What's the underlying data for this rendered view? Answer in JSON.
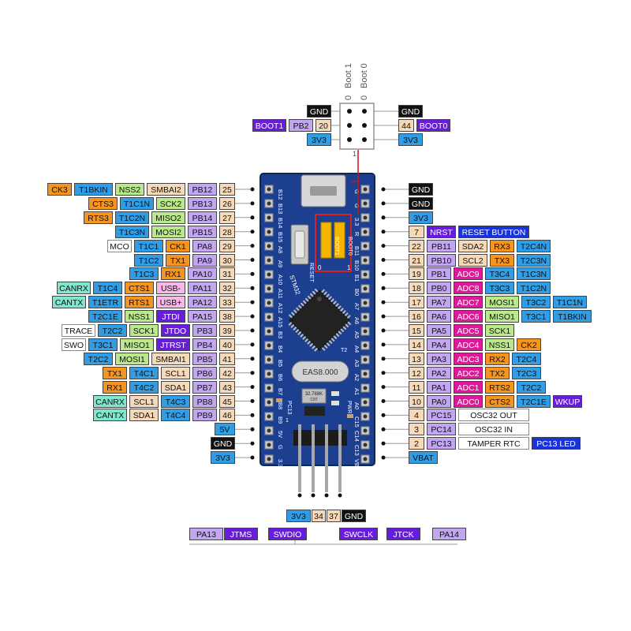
{
  "colors": {
    "orange": "#f7941d",
    "blue": "#2f9ee6",
    "green": "#b9e98a",
    "peach": "#f6d9b8",
    "lilac": "#c2a6f2",
    "darkpurple": "#6a1be0",
    "magenta": "#e3179b",
    "black": "#111111",
    "white": "#ffffff",
    "pink": "#f9b7e8",
    "cyan": "#7fe7ce",
    "navy": "#1a33d9",
    "pcb": "#1c3f8f"
  },
  "boot": {
    "boot1_label": "Boot 1",
    "boot0_label": "Boot 0",
    "boot1_state": "0",
    "boot0_state": "0",
    "pin1": "1",
    "left_rows": [
      [
        "GND"
      ],
      [
        "BOOT1",
        "PB2",
        "20"
      ],
      [
        "3V3"
      ]
    ],
    "right_rows": [
      [
        "GND"
      ],
      [
        "44",
        "BOOT0"
      ],
      [
        "3V3"
      ]
    ]
  },
  "left_rows": [
    [
      [
        "CK3",
        "orange"
      ],
      [
        "T1BKIN",
        "blue"
      ],
      [
        "NSS2",
        "green"
      ],
      [
        "SMBAI2",
        "peach"
      ],
      [
        "PB12",
        "lilac"
      ],
      [
        "25",
        "peach"
      ]
    ],
    [
      [
        "CTS3",
        "orange"
      ],
      [
        "T1C1N",
        "blue"
      ],
      [
        "SCK2",
        "green"
      ],
      [
        "PB13",
        "lilac"
      ],
      [
        "26",
        "peach"
      ]
    ],
    [
      [
        "RTS3",
        "orange"
      ],
      [
        "T1C2N",
        "blue"
      ],
      [
        "MISO2",
        "green"
      ],
      [
        "PB14",
        "lilac"
      ],
      [
        "27",
        "peach"
      ]
    ],
    [
      [
        "T1C3N",
        "blue"
      ],
      [
        "MOSI2",
        "green"
      ],
      [
        "PB15",
        "lilac"
      ],
      [
        "28",
        "peach"
      ]
    ],
    [
      [
        "MCO",
        "white"
      ],
      [
        "T1C1",
        "blue"
      ],
      [
        "CK1",
        "orange"
      ],
      [
        "PA8",
        "lilac"
      ],
      [
        "29",
        "peach"
      ]
    ],
    [
      [
        "T1C2",
        "blue"
      ],
      [
        "TX1",
        "orange"
      ],
      [
        "PA9",
        "lilac"
      ],
      [
        "30",
        "peach"
      ]
    ],
    [
      [
        "T1C3",
        "blue"
      ],
      [
        "RX1",
        "orange"
      ],
      [
        "PA10",
        "lilac"
      ],
      [
        "31",
        "peach"
      ]
    ],
    [
      [
        "CANRX",
        "cyan"
      ],
      [
        "T1C4",
        "blue"
      ],
      [
        "CTS1",
        "orange"
      ],
      [
        "USB-",
        "pink"
      ],
      [
        "PA11",
        "lilac"
      ],
      [
        "32",
        "peach"
      ]
    ],
    [
      [
        "CANTX",
        "cyan"
      ],
      [
        "T1ETR",
        "blue"
      ],
      [
        "RTS1",
        "orange"
      ],
      [
        "USB+",
        "pink"
      ],
      [
        "PA12",
        "lilac"
      ],
      [
        "33",
        "peach"
      ]
    ],
    [
      [
        "T2C1E",
        "blue"
      ],
      [
        "NSS1",
        "green"
      ],
      [
        "JTDI",
        "darkpurple"
      ],
      [
        "PA15",
        "lilac"
      ],
      [
        "38",
        "peach"
      ]
    ],
    [
      [
        "TRACE",
        "white"
      ],
      [
        "T2C2",
        "blue"
      ],
      [
        "SCK1",
        "green"
      ],
      [
        "JTDO",
        "darkpurple"
      ],
      [
        "PB3",
        "lilac"
      ],
      [
        "39",
        "peach"
      ]
    ],
    [
      [
        "SWO",
        "white"
      ],
      [
        "T3C1",
        "blue"
      ],
      [
        "MISO1",
        "green"
      ],
      [
        "JTRST",
        "darkpurple"
      ],
      [
        "PB4",
        "lilac"
      ],
      [
        "40",
        "peach"
      ]
    ],
    [
      [
        "T2C2",
        "blue"
      ],
      [
        "MOSI1",
        "green"
      ],
      [
        "SMBAI1",
        "peach"
      ],
      [
        "PB5",
        "lilac"
      ],
      [
        "41",
        "peach"
      ]
    ],
    [
      [
        "TX1",
        "orange"
      ],
      [
        "T4C1",
        "blue"
      ],
      [
        "SCL1",
        "peach"
      ],
      [
        "PB6",
        "lilac"
      ],
      [
        "42",
        "peach"
      ]
    ],
    [
      [
        "RX1",
        "orange"
      ],
      [
        "T4C2",
        "blue"
      ],
      [
        "SDA1",
        "peach"
      ],
      [
        "PB7",
        "lilac"
      ],
      [
        "43",
        "peach"
      ]
    ],
    [
      [
        "CANRX",
        "cyan"
      ],
      [
        "SCL1",
        "peach"
      ],
      [
        "T4C3",
        "blue"
      ],
      [
        "PB8",
        "lilac"
      ],
      [
        "45",
        "peach"
      ]
    ],
    [
      [
        "CANTX",
        "cyan"
      ],
      [
        "SDA1",
        "peach"
      ],
      [
        "T4C4",
        "blue"
      ],
      [
        "PB9",
        "lilac"
      ],
      [
        "46",
        "peach"
      ]
    ],
    [
      [
        "5V",
        "blue"
      ]
    ],
    [
      [
        "GND",
        "black"
      ]
    ],
    [
      [
        "3V3",
        "blue"
      ]
    ]
  ],
  "right_rows": [
    [
      [
        "GND",
        "black"
      ]
    ],
    [
      [
        "GND",
        "black"
      ]
    ],
    [
      [
        "3V3",
        "blue"
      ]
    ],
    [
      [
        "7",
        "peach"
      ],
      [
        "NRST",
        "darkpurple"
      ],
      [
        "RESET BUTTON",
        "navy"
      ]
    ],
    [
      [
        "22",
        "peach"
      ],
      [
        "PB11",
        "lilac"
      ],
      [
        "SDA2",
        "peach"
      ],
      [
        "RX3",
        "orange"
      ],
      [
        "T2C4N",
        "blue"
      ]
    ],
    [
      [
        "21",
        "peach"
      ],
      [
        "PB10",
        "lilac"
      ],
      [
        "SCL2",
        "peach"
      ],
      [
        "TX3",
        "orange"
      ],
      [
        "T2C3N",
        "blue"
      ]
    ],
    [
      [
        "19",
        "peach"
      ],
      [
        "PB1",
        "lilac"
      ],
      [
        "ADC9",
        "magenta"
      ],
      [
        "T3C4",
        "blue"
      ],
      [
        "T1C3N",
        "blue"
      ]
    ],
    [
      [
        "18",
        "peach"
      ],
      [
        "PB0",
        "lilac"
      ],
      [
        "ADC8",
        "magenta"
      ],
      [
        "T3C3",
        "blue"
      ],
      [
        "T1C2N",
        "blue"
      ]
    ],
    [
      [
        "17",
        "peach"
      ],
      [
        "PA7",
        "lilac"
      ],
      [
        "ADC7",
        "magenta"
      ],
      [
        "MOSI1",
        "green"
      ],
      [
        "T3C2",
        "blue"
      ],
      [
        "T1C1N",
        "blue"
      ]
    ],
    [
      [
        "16",
        "peach"
      ],
      [
        "PA6",
        "lilac"
      ],
      [
        "ADC6",
        "magenta"
      ],
      [
        "MISO1",
        "green"
      ],
      [
        "T3C1",
        "blue"
      ],
      [
        "T1BKIN",
        "blue"
      ]
    ],
    [
      [
        "15",
        "peach"
      ],
      [
        "PA5",
        "lilac"
      ],
      [
        "ADC5",
        "magenta"
      ],
      [
        "SCK1",
        "green"
      ]
    ],
    [
      [
        "14",
        "peach"
      ],
      [
        "PA4",
        "lilac"
      ],
      [
        "ADC4",
        "magenta"
      ],
      [
        "NSS1",
        "green"
      ],
      [
        "CK2",
        "orange"
      ]
    ],
    [
      [
        "13",
        "peach"
      ],
      [
        "PA3",
        "lilac"
      ],
      [
        "ADC3",
        "magenta"
      ],
      [
        "RX2",
        "orange"
      ],
      [
        "T2C4",
        "blue"
      ]
    ],
    [
      [
        "12",
        "peach"
      ],
      [
        "PA2",
        "lilac"
      ],
      [
        "ADC2",
        "magenta"
      ],
      [
        "TX2",
        "orange"
      ],
      [
        "T2C3",
        "blue"
      ]
    ],
    [
      [
        "11",
        "peach"
      ],
      [
        "PA1",
        "lilac"
      ],
      [
        "ADC1",
        "magenta"
      ],
      [
        "RTS2",
        "orange"
      ],
      [
        "T2C2",
        "blue"
      ]
    ],
    [
      [
        "10",
        "peach"
      ],
      [
        "PA0",
        "lilac"
      ],
      [
        "ADC0",
        "magenta"
      ],
      [
        "CTS2",
        "orange"
      ],
      [
        "T2C1E",
        "blue"
      ],
      [
        "WKUP",
        "darkpurple"
      ]
    ],
    [
      [
        "4",
        "peach"
      ],
      [
        "PC15",
        "lilac"
      ],
      [
        "OSC32 OUT",
        "white"
      ]
    ],
    [
      [
        "3",
        "peach"
      ],
      [
        "PC14",
        "lilac"
      ],
      [
        "OSC32 IN",
        "white"
      ]
    ],
    [
      [
        "2",
        "peach"
      ],
      [
        "PC13",
        "lilac"
      ],
      [
        "TAMPER RTC",
        "white"
      ],
      [
        "PC13 LED",
        "navy"
      ]
    ],
    [
      [
        "VBAT",
        "blue"
      ]
    ]
  ],
  "swd": {
    "row1": [
      [
        "3V3",
        "blue"
      ],
      [
        "34",
        "peach"
      ],
      [
        "37",
        "peach"
      ],
      [
        "GND",
        "black"
      ]
    ],
    "row2": [
      [
        "PA13",
        "lilac"
      ],
      [
        "JTMS",
        "darkpurple"
      ],
      [
        "SWDIO",
        "darkpurple"
      ],
      [
        "SWCLK",
        "darkpurple"
      ],
      [
        "JTCK",
        "darkpurple"
      ],
      [
        "PA14",
        "lilac"
      ]
    ]
  },
  "board": {
    "left_header": [
      "B12",
      "B13",
      "B14",
      "B15",
      "A8",
      "A9",
      "A10",
      "A11",
      "A12",
      "A15",
      "B3",
      "B4",
      "B5",
      "B6",
      "B7",
      "B8",
      "B9",
      "5V",
      "G",
      "3.3"
    ],
    "right_header": [
      "G",
      "G",
      "3.3",
      "R",
      "B11",
      "B10",
      "B1",
      "B0",
      "A7",
      "A6",
      "A5",
      "A4",
      "A3",
      "A2",
      "A1",
      "A0",
      "C15",
      "C14",
      "C13",
      "VB"
    ],
    "reset_text": "RESET",
    "chip_text": "STM32",
    "crystal_text": "EAS8.000",
    "rtc_crystal_text": "32.768K",
    "rtc_crystal_sub": "C07",
    "boot1_silk": "BOOT1",
    "boot0_silk": "BOOT0",
    "pc13_silk": "PC13",
    "pwr_silk": "PWR",
    "side_zero": "0",
    "side_one": "1",
    "pin_one": "1",
    "t2_silk": "T2"
  }
}
